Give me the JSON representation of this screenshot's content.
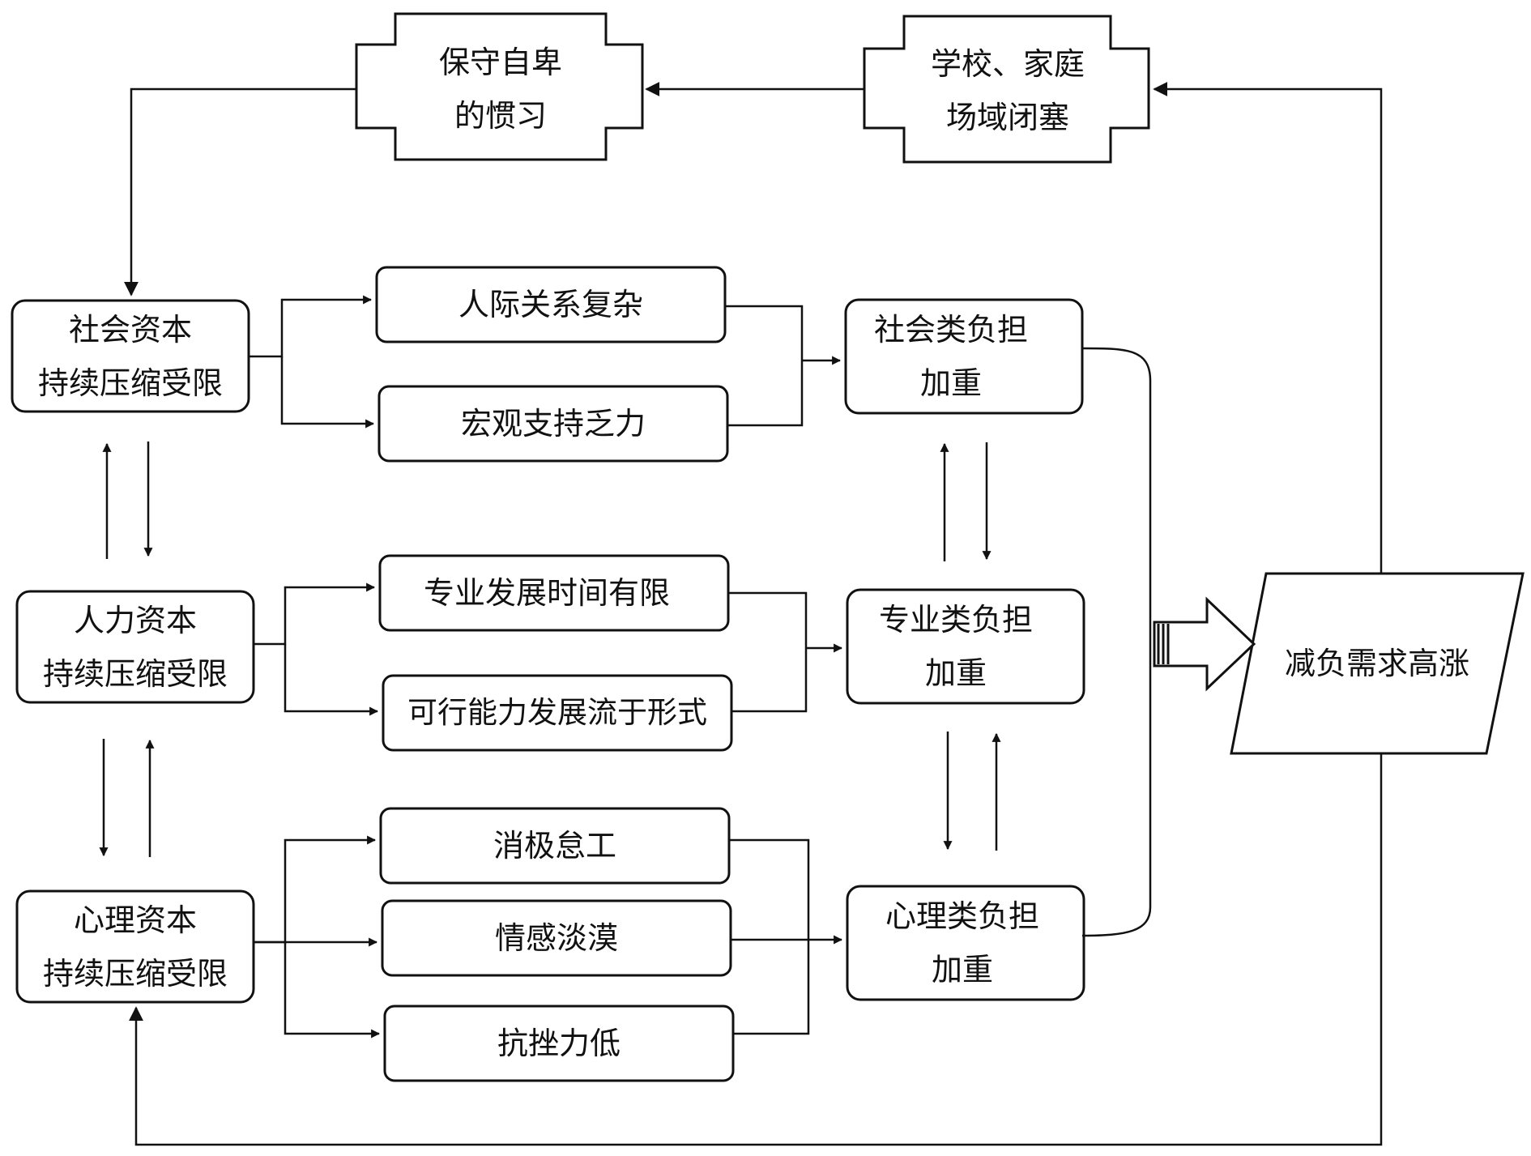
{
  "nodes": {
    "conservative_habit": {
      "line1": "保守自卑",
      "line2": "的惯习"
    },
    "school_family_closed": {
      "line1": "学校、家庭",
      "line2": "场域闭塞"
    },
    "social_capital": {
      "line1": "社会资本",
      "line2": "持续压缩受限"
    },
    "human_capital": {
      "line1": "人力资本",
      "line2": "持续压缩受限"
    },
    "psych_capital": {
      "line1": "心理资本",
      "line2": "持续压缩受限"
    },
    "interpersonal_complex": {
      "label": "人际关系复杂"
    },
    "macro_support_weak": {
      "label": "宏观支持乏力"
    },
    "prof_time_limited": {
      "label": "专业发展时间有限"
    },
    "feasible_formality": {
      "label": "可行能力发展流于形式"
    },
    "negative_slack": {
      "label": "消极怠工"
    },
    "emotional_apathy": {
      "label": "情感淡漠"
    },
    "low_resilience": {
      "label": "抗挫力低"
    },
    "social_burden": {
      "line1": "社会类负担",
      "line2": "加重"
    },
    "prof_burden": {
      "line1": "专业类负担",
      "line2": "加重"
    },
    "psych_burden": {
      "line1": "心理类负担",
      "line2": "加重"
    },
    "reduction_demand": {
      "label": "减负需求高涨"
    }
  },
  "colors": {
    "stroke": "#111111",
    "background": "#ffffff"
  }
}
